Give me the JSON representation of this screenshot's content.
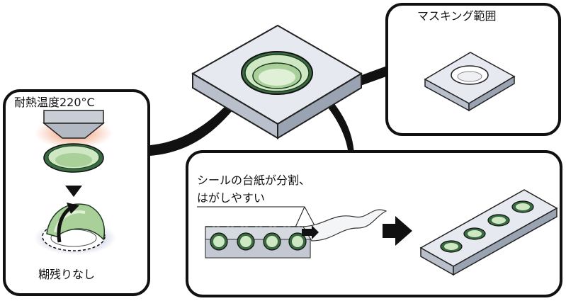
{
  "labels": {
    "heat": "耐熱温度220°C",
    "residue": "糊残りなし",
    "mask": "マスキング範囲",
    "seal_line1": "シールの台紙が分割、",
    "seal_line2": "はがしやすい"
  },
  "colors": {
    "ring_green": "#cfe8c4",
    "ring_dark": "#3a6b40",
    "plate_top": "#e6e9ef",
    "plate_side": "#b9c0cc",
    "heat_glow": "#f08a5d"
  }
}
